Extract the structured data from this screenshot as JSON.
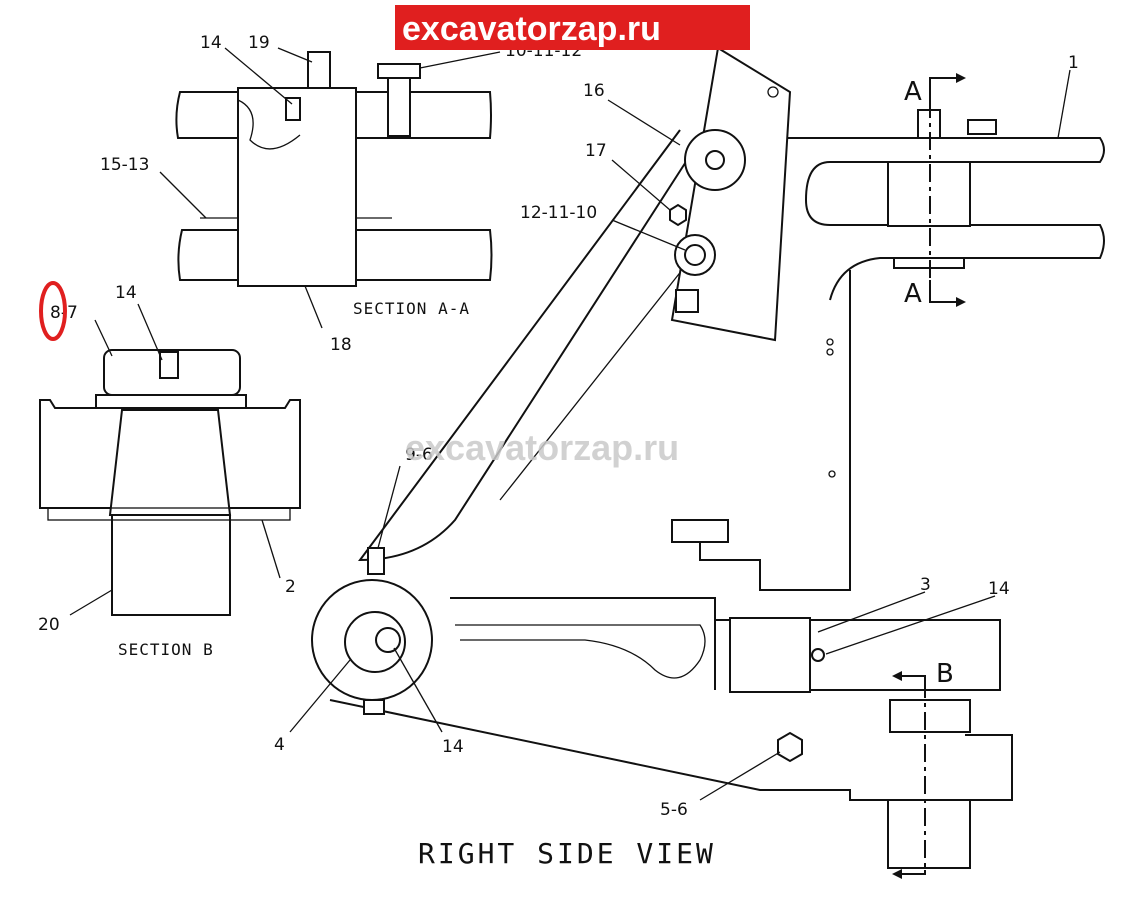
{
  "watermark": {
    "banner": "excavatorzap.ru",
    "center": "excavatorzap.ru",
    "banner_bg": "#e01f1f",
    "banner_fg": "#ffffff",
    "center_color": "#c9c9c9"
  },
  "highlight": {
    "color": "#e01f1f"
  },
  "diagram": {
    "title": "RIGHT SIDE VIEW",
    "section_aa": "SECTION A-A",
    "section_b": "SECTION B",
    "section_marks": {
      "a": "A",
      "b": "B"
    },
    "callouts": {
      "c_14_top": "14",
      "c_19": "19",
      "c_10_11_12": "10-11-12",
      "c_15_13": "15-13",
      "c_18": "18",
      "c_8_7": "8-7",
      "c_14_secb": "14",
      "c_2": "2",
      "c_20": "20",
      "c_16": "16",
      "c_17": "17",
      "c_12_11_10": "12-11-10",
      "c_1": "1",
      "c_9_6": "9-6",
      "c_3": "3",
      "c_14_right": "14",
      "c_4": "4",
      "c_14_bottom": "14",
      "c_5_6": "5-6"
    }
  }
}
